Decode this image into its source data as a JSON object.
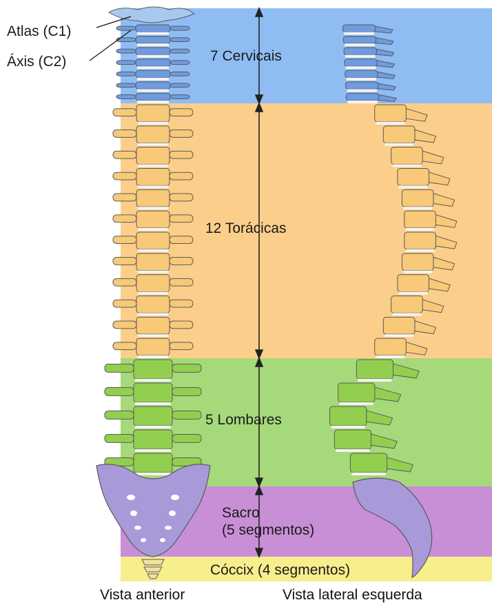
{
  "regions": {
    "cervical": {
      "label": "7 Cervicais",
      "color": "#8fbdf3"
    },
    "thoracic": {
      "label": "12 Torácicas",
      "color": "#fbcf8b"
    },
    "lumbar": {
      "label": "5 Lombares",
      "color": "#a6d97a"
    },
    "sacrum": {
      "label_line1": "Sacro",
      "label_line2": "(5 segmentos)",
      "color": "#c98fd6"
    },
    "coccyx": {
      "label": "Cóccix (4 segmentos)",
      "color": "#f7ee8c"
    }
  },
  "callouts": {
    "atlas": "Atlas (C1)",
    "axis": "Áxis (C2)"
  },
  "captions": {
    "anterior": "Vista anterior",
    "lateral": "Vista lateral esquerda"
  },
  "colors": {
    "cervical_bone": "#6f9be0",
    "thoracic_bone": "#f7c978",
    "lumbar_bone": "#92cf4f",
    "sacrum_bone": "#a89ad8",
    "bone_outline": "#5a5a5a",
    "disc": "#f4f4f4"
  }
}
